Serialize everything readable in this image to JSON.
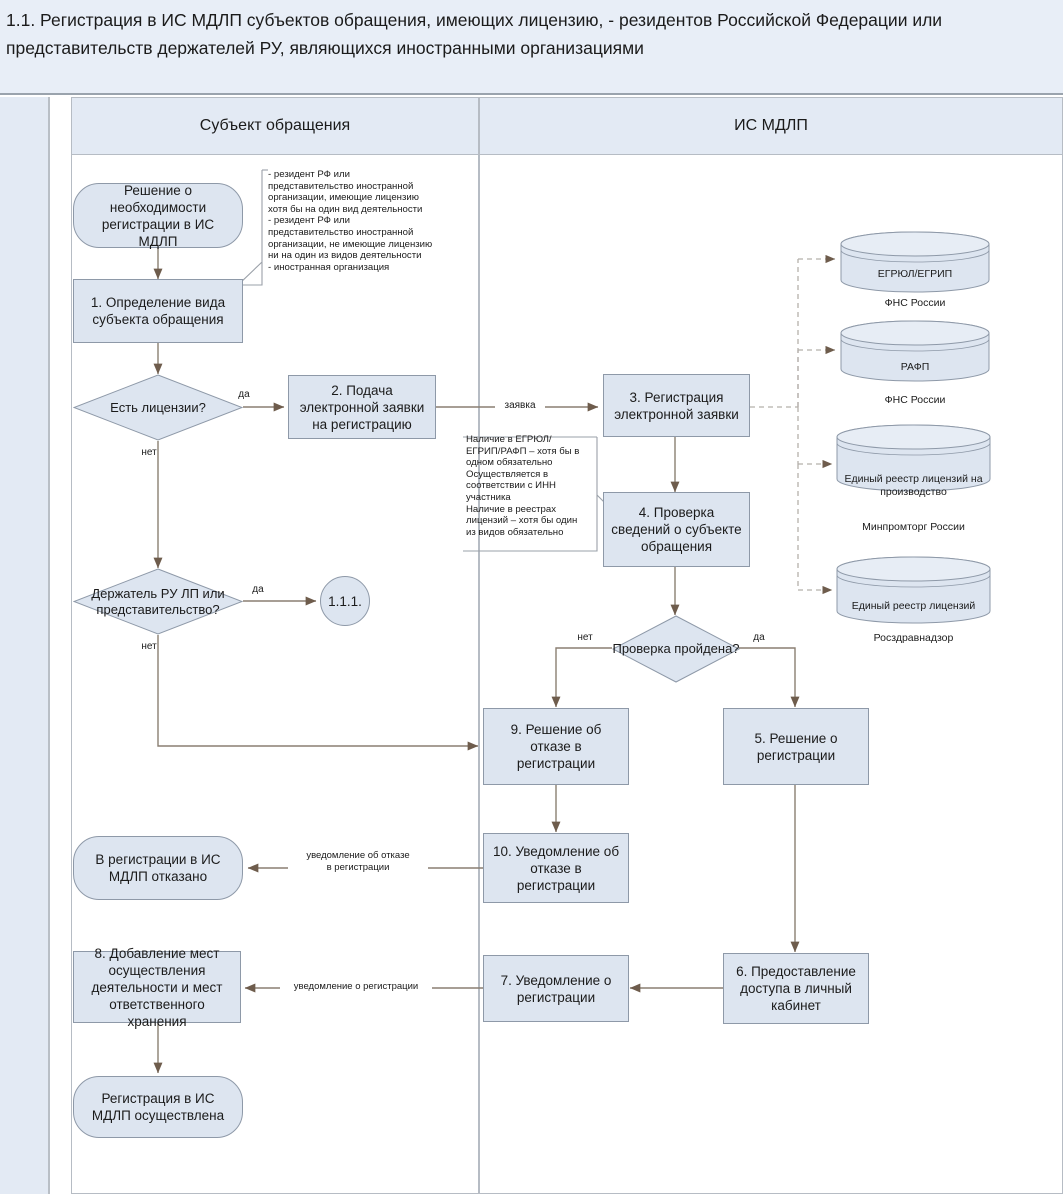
{
  "title": "1.1. Регистрация в ИС МДЛП субъектов обращения, имеющих лицензию, - резидентов Российской Федерации или представительств держателей РУ, являющихся иностранными организациями",
  "lanes": [
    {
      "id": "lane-subject",
      "label": "Субъект обращения"
    },
    {
      "id": "lane-ismdlp",
      "label": "ИС МДЛП"
    }
  ],
  "nodes": {
    "start": "Решение о необходимости регистрации в ИС МДЛП",
    "step1": "1. Определение вида субъекта обращения",
    "decision_license": "Есть лицензии?",
    "step2": "2. Подача электронной заявки на регистрацию",
    "decision_holder": "Держатель РУ ЛП или представительство?",
    "ref111": "1.1.1.",
    "step3": "3. Регистрация электронной заявки",
    "step4": "4. Проверка сведений о субъекте обращения",
    "decision_check": "Проверка пройдена?",
    "step5": "5. Решение о регистрации",
    "step6": "6. Предоставление доступа в личный кабинет",
    "step7": "7. Уведомление о регистрации",
    "step8": "8. Добавление мест осуществления деятельности и мест ответственного хранения",
    "step9": "9. Решение об отказе в регистрации",
    "step10": "10. Уведомление об отказе в регистрации",
    "end_denied": "В регистрации в ИС МДЛП отказано",
    "end_registered": "Регистрация в ИС МДЛП осуществлена"
  },
  "notes": {
    "subject_types": "- резидент РФ или\nпредставительство иностранной\nорганизации, имеющие лицензию\nхотя бы на один вид деятельности\n- резидент РФ или\nпредставительство иностранной\nорганизации, не имеющие лицензию\nни на один из видов деятельности\n- иностранная организация",
    "check_rules": "Наличие в ЕГРЮЛ/\nЕГРИП/РАФП – хотя бы в\nодном обязательно\nОсуществляется в\nсоответствии с ИНН\nучастника\nНаличие в реестрах\nлицензий – хотя бы один\nиз видов обязательно"
  },
  "edge_labels": {
    "license_yes": "да",
    "license_no": "нет",
    "holder_yes": "да",
    "holder_no": "нет",
    "check_no": "нет",
    "check_yes": "да",
    "application": "заявка",
    "refusal_notice": "уведомление об отказе\nв регистрации",
    "registration_notice": "уведомление о регистрации"
  },
  "databases": [
    {
      "label": "ЕГРЮЛ/ЕГРИП",
      "caption": "ФНС России"
    },
    {
      "label": "РАФП",
      "caption": "ФНС России"
    },
    {
      "label": "Единый реестр лицензий на производство",
      "caption": "Минпромторг России"
    },
    {
      "label": "Единый реестр лицензий",
      "caption": "Росздравнадзор"
    }
  ],
  "colors": {
    "shape_fill": "#dde5f0",
    "shape_stroke": "#8e99a8",
    "band_fill": "#e3eaf4",
    "title_fill": "#e8eef7",
    "connector": "#8a7f72",
    "connector_dashed": "#b5b0ab",
    "lane_border": "#b6bcc4"
  }
}
